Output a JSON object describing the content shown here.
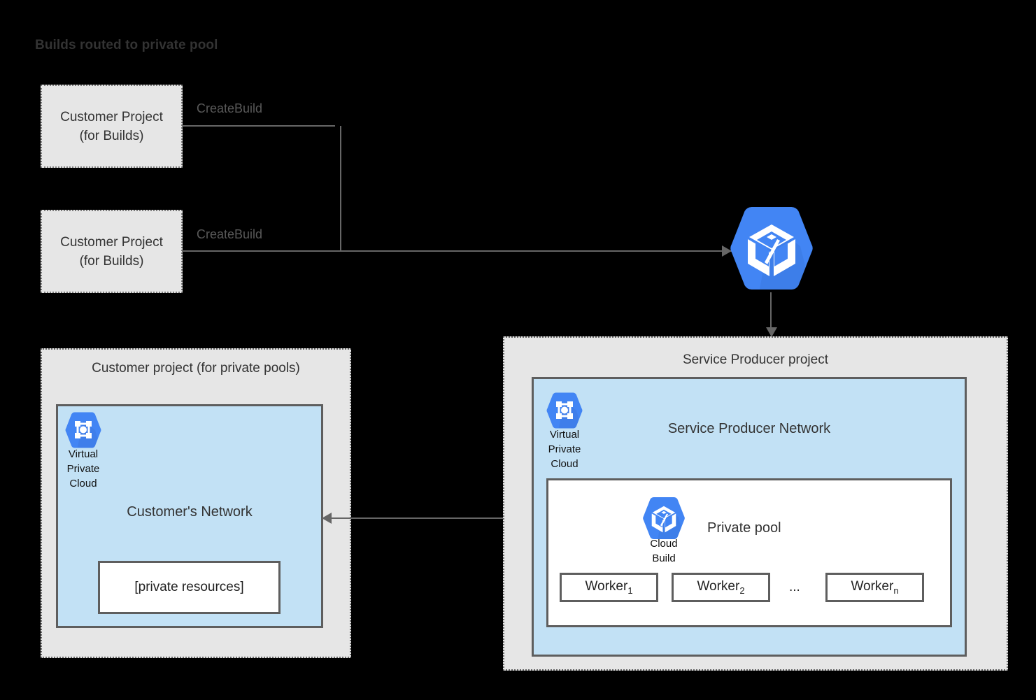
{
  "diagram": {
    "title": "Builds routed to private pool",
    "background_color": "#000000"
  },
  "colors": {
    "project_fill": "#e6e6e6",
    "network_fill": "#c2e1f5",
    "inner_fill": "#ffffff",
    "border": "#5e5e5e",
    "line": "#666666",
    "gcp_blue": "#4285f4",
    "text": "#333333"
  },
  "build_projects": [
    {
      "line1": "Customer Project",
      "line2": "(for Builds)",
      "edge_label": "CreateBuild"
    },
    {
      "line1": "Customer Project",
      "line2": "(for Builds)",
      "edge_label": "CreateBuild"
    }
  ],
  "cloud_build_service": {
    "icon": "cloud-build-icon"
  },
  "customer_project": {
    "title": "Customer project (for private pools)",
    "vpc_icon": "virtual-private-cloud-icon",
    "vpc_caption_line1": "Virtual",
    "vpc_caption_line2": "Private",
    "vpc_caption_line3": "Cloud",
    "network_title": "Customer's Network",
    "private_resources_label": "[private resources]"
  },
  "service_producer_project": {
    "title": "Service Producer project",
    "vpc_icon": "virtual-private-cloud-icon",
    "vpc_caption_line1": "Virtual",
    "vpc_caption_line2": "Private",
    "vpc_caption_line3": "Cloud",
    "network_title": "Service Producer Network",
    "private_pool": {
      "label": "Private pool",
      "icon": "cloud-build-icon",
      "icon_caption_line1": "Cloud",
      "icon_caption_line2": "Build",
      "workers": [
        {
          "name": "Worker",
          "index": "1"
        },
        {
          "name": "Worker",
          "index": "2"
        },
        {
          "name": "Worker",
          "index": "n"
        }
      ],
      "ellipsis": "..."
    }
  }
}
